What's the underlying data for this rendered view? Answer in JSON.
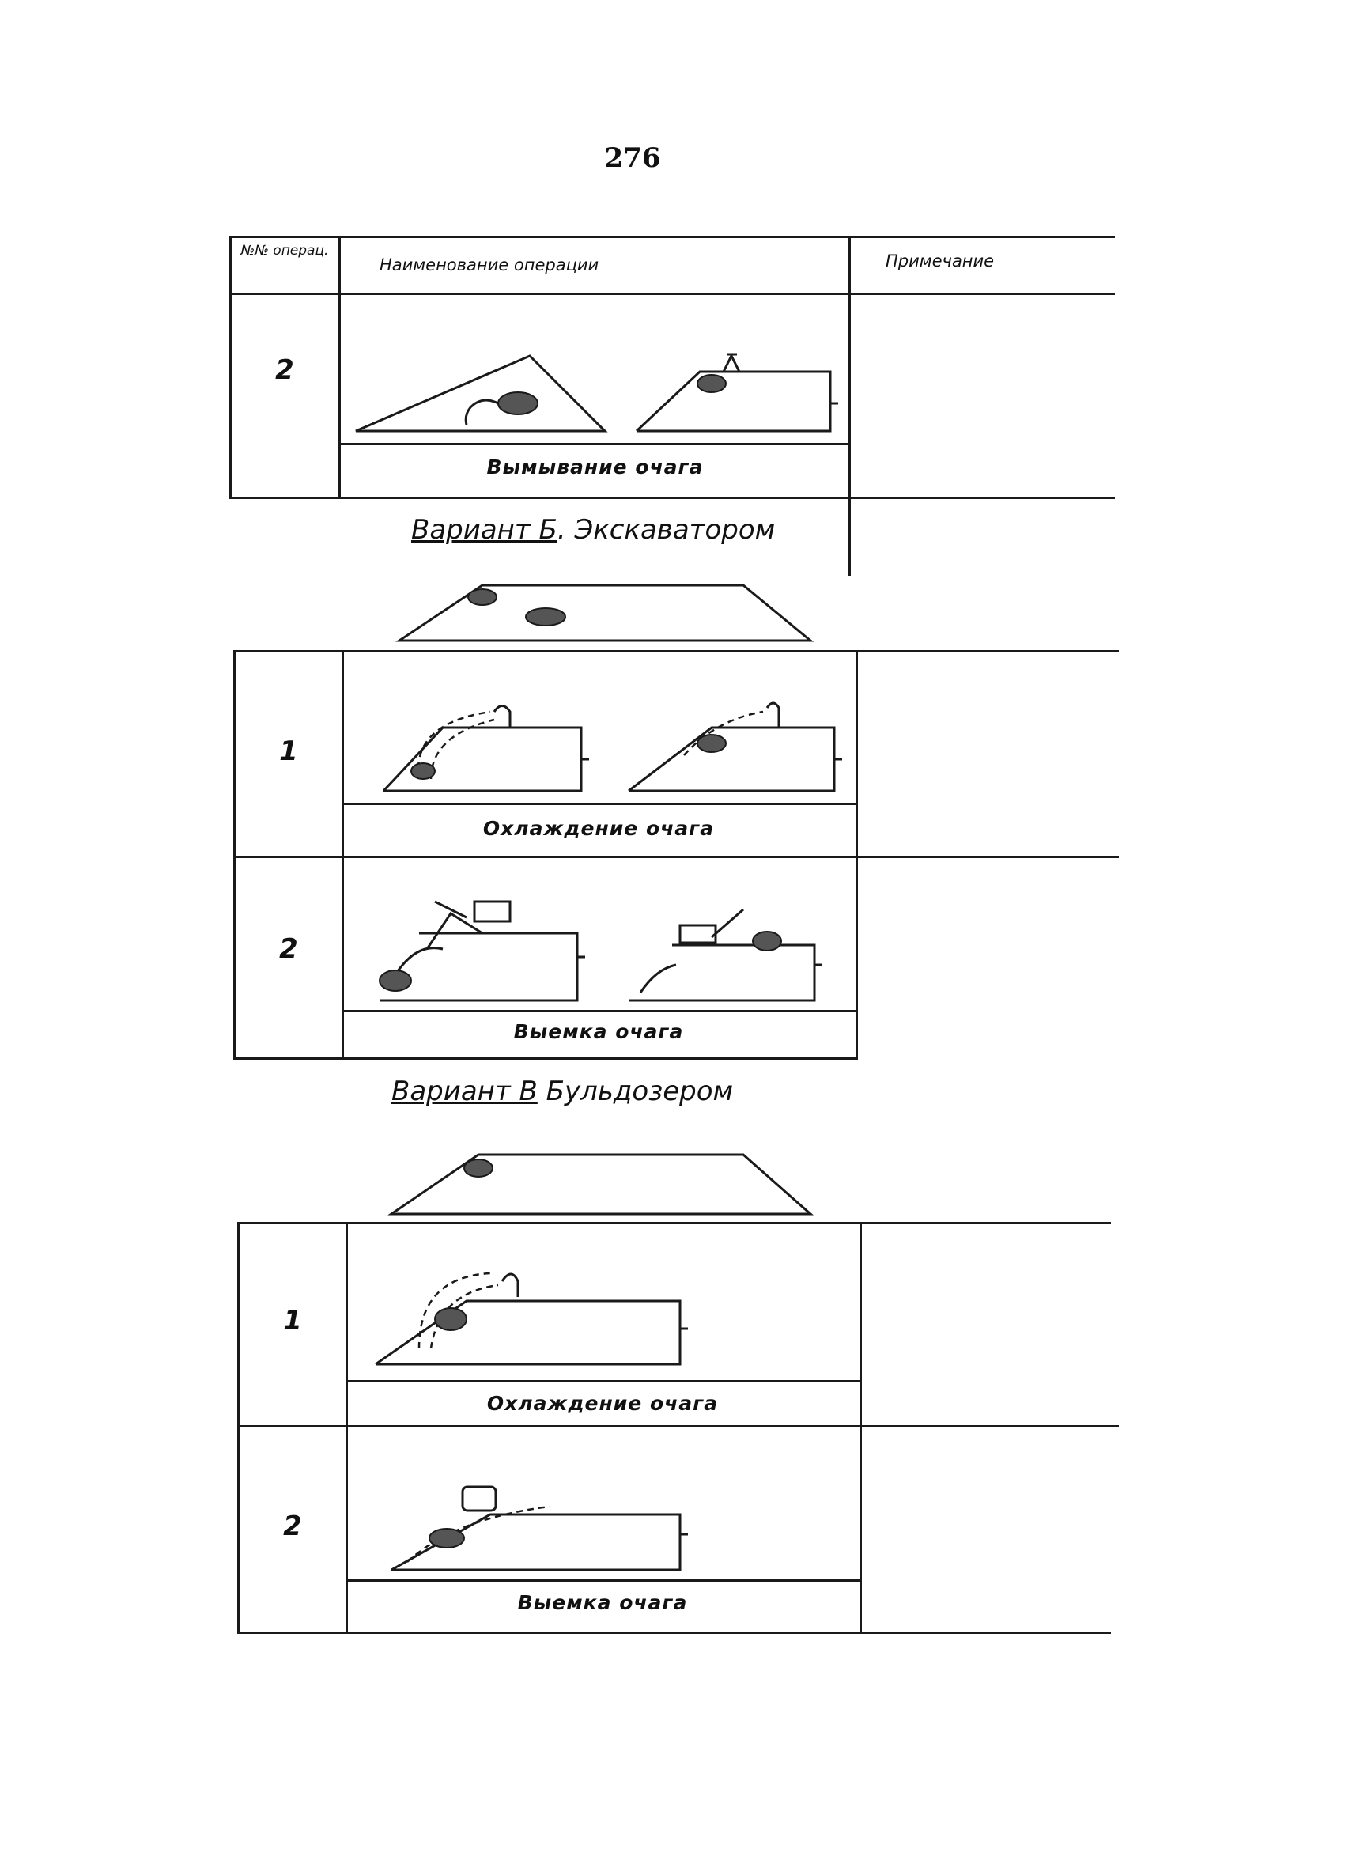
{
  "page_number": "276",
  "header": {
    "col1": "№№ операц.",
    "col2": "Наименование операции",
    "col3": "Примечание"
  },
  "section_a": {
    "rows": [
      {
        "number": "2",
        "caption": "Вымывание очага"
      }
    ]
  },
  "variant_b": {
    "label": "Вариант Б",
    "text": ". Экскаватором",
    "rows": [
      {
        "number": "1",
        "caption": "Охлаждение очага"
      },
      {
        "number": "2",
        "caption": "Выемка очага"
      }
    ]
  },
  "variant_c": {
    "label": "Вариант В",
    "text": " Бульдозером",
    "rows": [
      {
        "number": "1",
        "caption": "Охлаждение очага"
      },
      {
        "number": "2",
        "caption": "Выемка очага"
      }
    ]
  }
}
